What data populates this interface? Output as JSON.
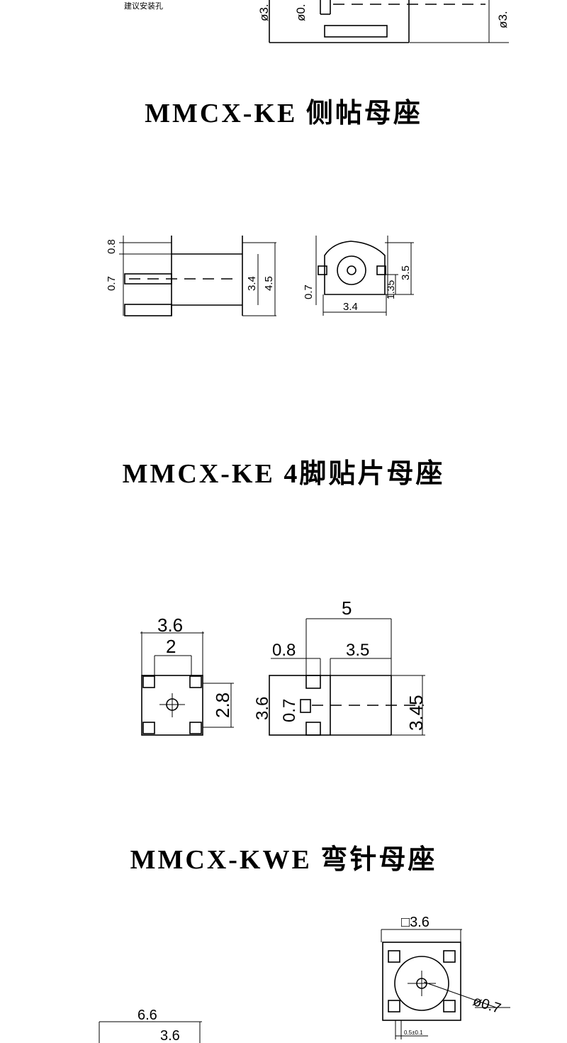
{
  "header_fragment": {
    "note": "建议安装孔",
    "dim_d3_left": "ø3.",
    "dim_d0": "ø0.",
    "dim_d3_right": "ø3."
  },
  "section_side": {
    "title": "MMCX-KE 侧帖母座",
    "dims": {
      "pin_top": "0.8",
      "pin_dia": "0.7",
      "body_h_inner": "3.4",
      "body_h": "4.5",
      "front_h": "3.5",
      "front_small": "1.35",
      "front_pin": "0.7",
      "front_w": "3.4"
    }
  },
  "section_smt4": {
    "title": "MMCX-KE 4脚贴片母座",
    "dims": {
      "width": "3.6",
      "inner_width": "2",
      "height": "2.8",
      "length": "5",
      "pin": "0.8",
      "body_len": "3.5",
      "side_h": "3.6",
      "side_pin": "0.7",
      "side_body": "3.45"
    }
  },
  "section_bent": {
    "title": "MMCX-KWE 弯针母座",
    "dims": {
      "outer": "6.6",
      "inner": "3.6",
      "top_w": "□3.6",
      "center_dia": "ø0.7",
      "tol": "0.5±0.1"
    }
  }
}
